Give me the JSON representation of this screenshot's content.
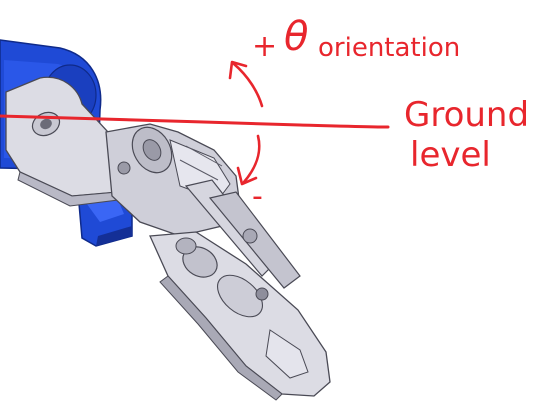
{
  "annotations": {
    "plus_sign": "+",
    "theta_symbol": "θ",
    "orientation_label": "orientation",
    "ground_label_line1": "Ground",
    "ground_label_line2": "level",
    "minus_sign": "-"
  },
  "colors": {
    "annotation_red": "#e8262d",
    "arm_blue": "#1f4ad6",
    "metal_light": "#dcdce4",
    "metal_mid": "#b9b9c6",
    "metal_dark": "#8e8e9c",
    "outline": "#4a4a55"
  }
}
